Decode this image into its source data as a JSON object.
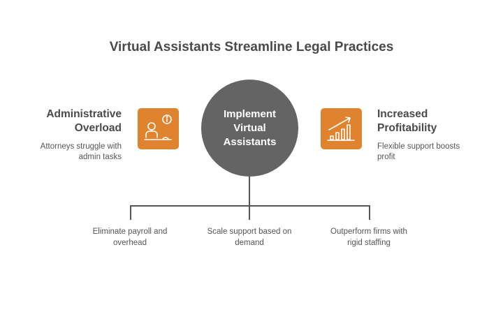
{
  "title": "Virtual Assistants Streamline Legal Practices",
  "center": {
    "label_line1": "Implement",
    "label_line2": "Virtual",
    "label_line3": "Assistants",
    "color": "#646464"
  },
  "left_node": {
    "title_line1": "Administrative",
    "title_line2": "Overload",
    "desc_line1": "Attorneys struggle with",
    "desc_line2": "admin tasks",
    "icon": "person-at-desk-info-icon",
    "color": "#E0832F"
  },
  "right_node": {
    "title_line1": "Increased",
    "title_line2": "Profitability",
    "desc_line1": "Flexible support boosts",
    "desc_line2": "profit",
    "icon": "growth-bar-chart-icon",
    "color": "#E0832F"
  },
  "branches": [
    {
      "line1": "Eliminate payroll and",
      "line2": "overhead"
    },
    {
      "line1": "Scale support based on",
      "line2": "demand"
    },
    {
      "line1": "Outperform firms with",
      "line2": "rigid staffing"
    }
  ]
}
